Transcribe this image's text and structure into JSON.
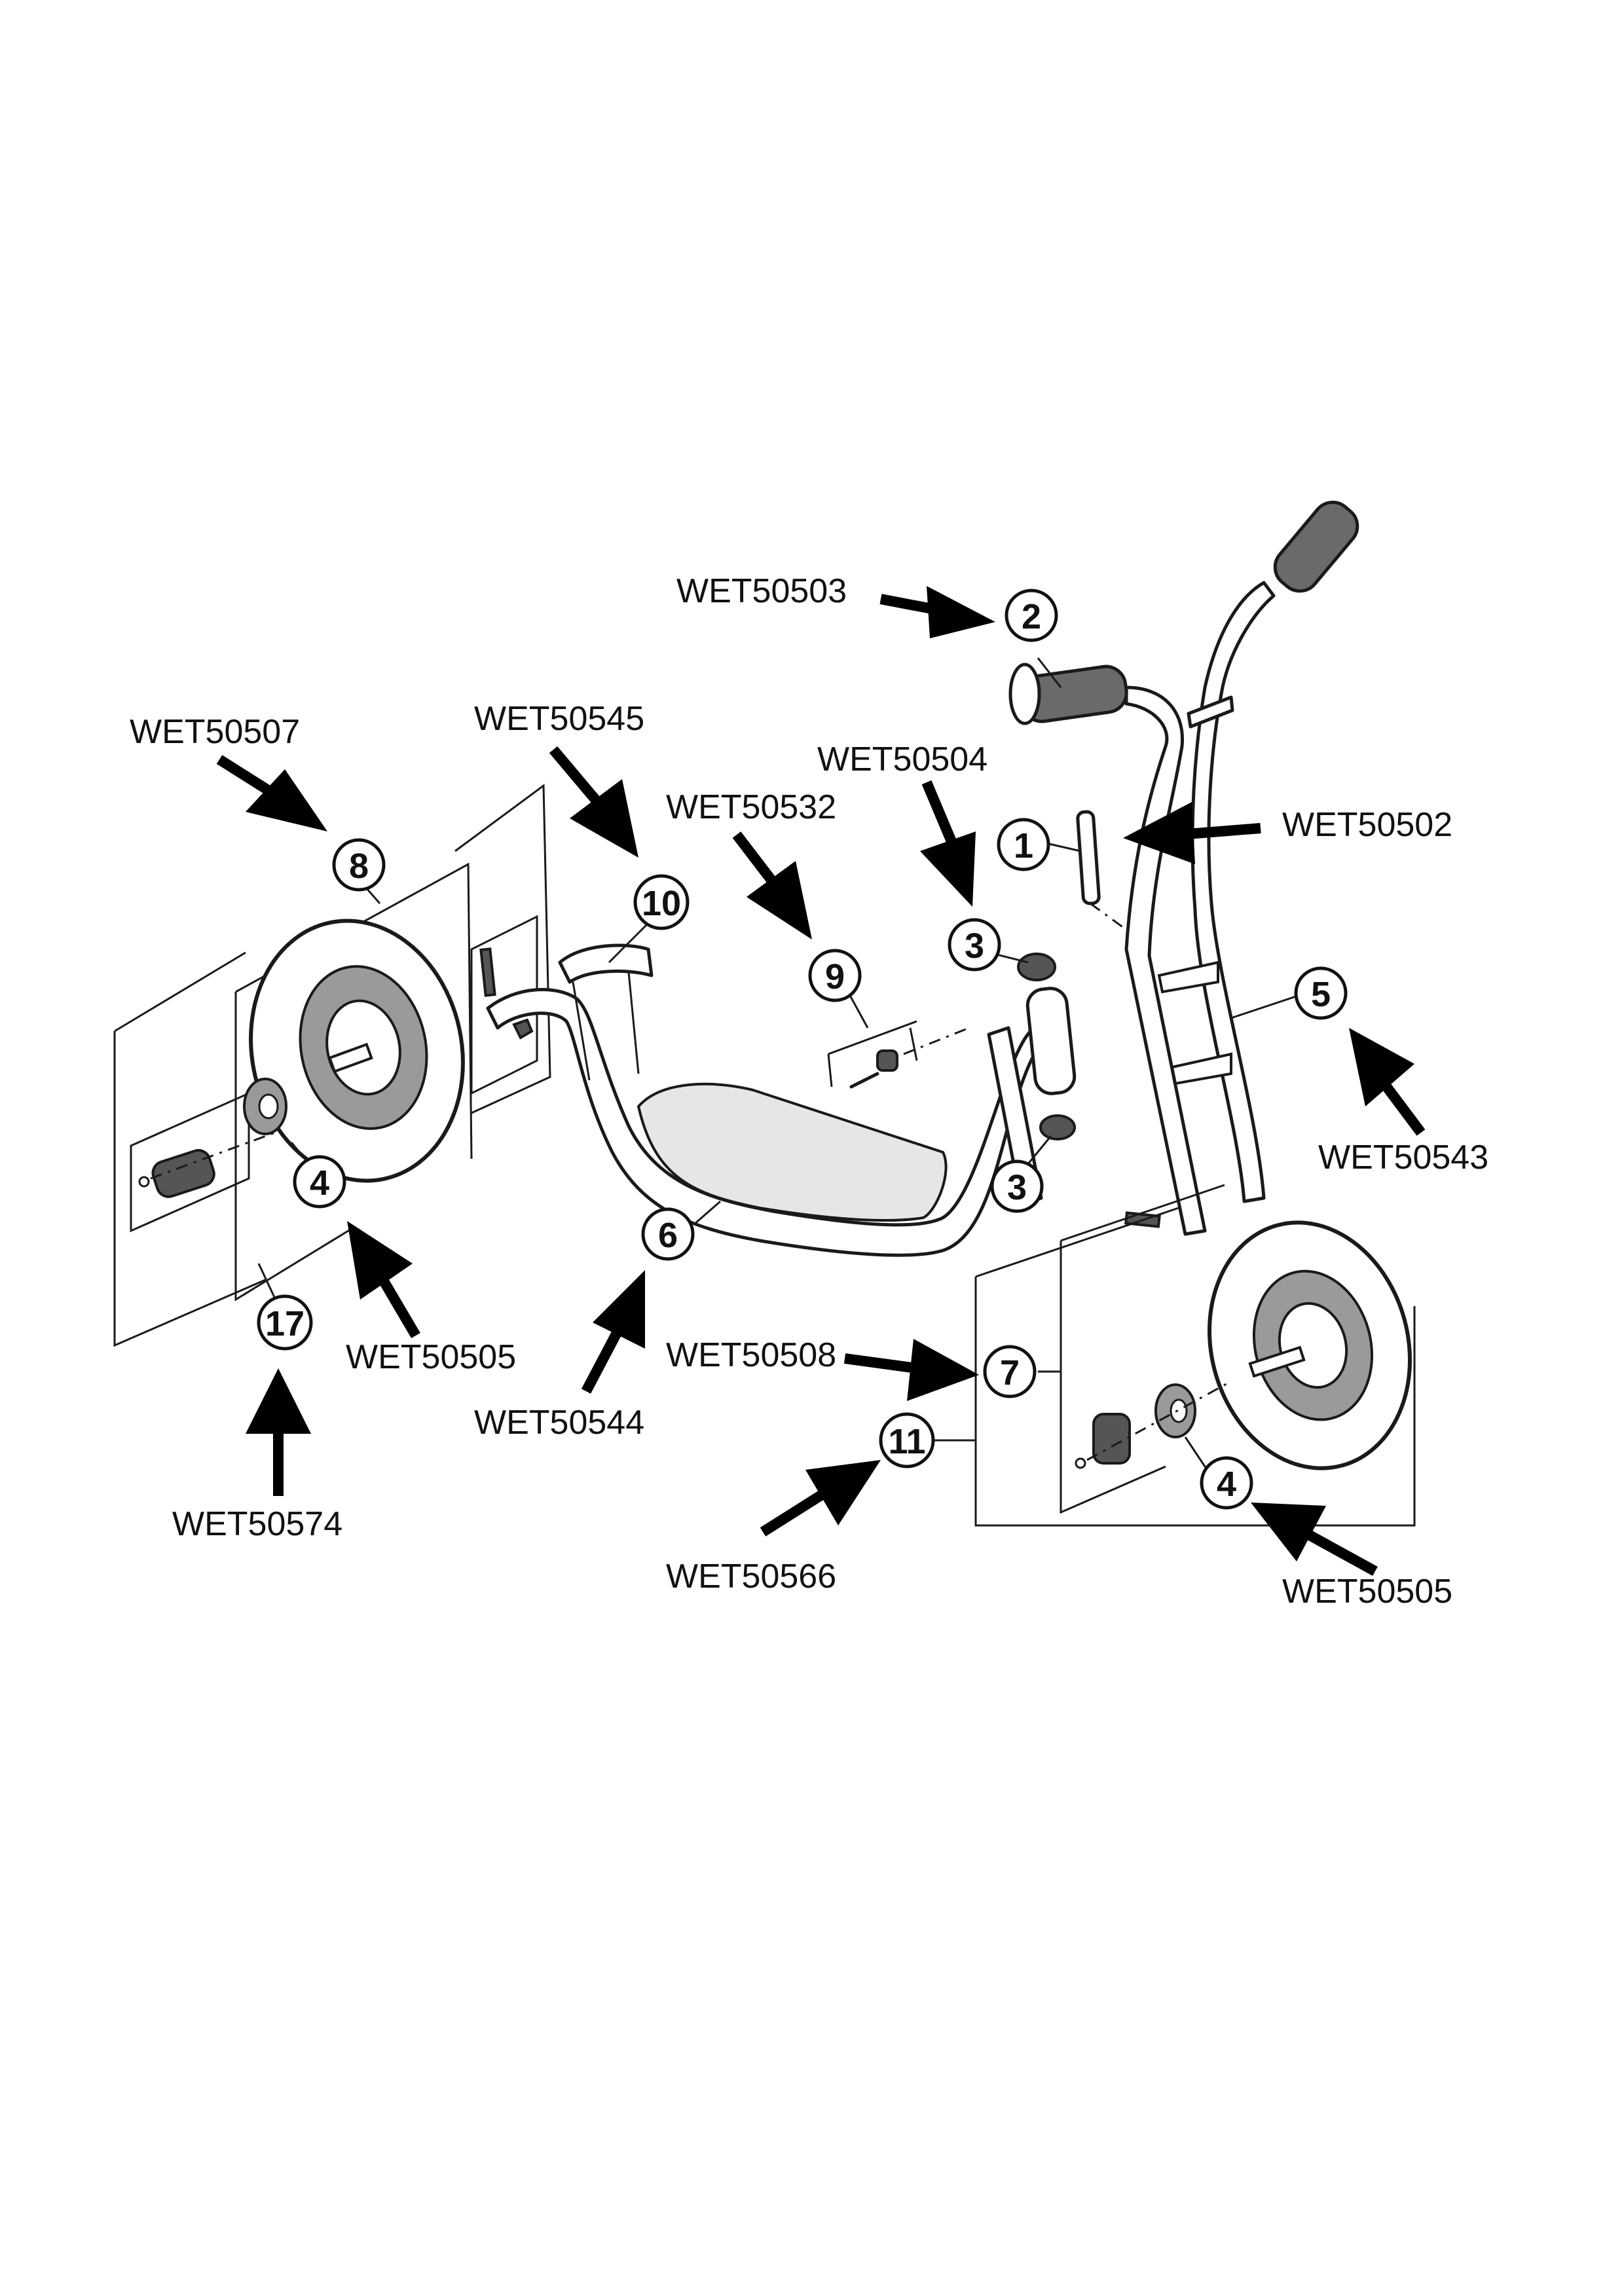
{
  "diagram": {
    "type": "exploded-parts-diagram",
    "parts": [
      {
        "num": "1",
        "code": "WET50502"
      },
      {
        "num": "2",
        "code": "WET50503"
      },
      {
        "num": "3",
        "code": "WET50504"
      },
      {
        "num": "3",
        "code": ""
      },
      {
        "num": "4",
        "code": "WET50505"
      },
      {
        "num": "4",
        "code": "WET50505"
      },
      {
        "num": "5",
        "code": "WET50543"
      },
      {
        "num": "6",
        "code": "WET50544"
      },
      {
        "num": "7",
        "code": "WET50508"
      },
      {
        "num": "8",
        "code": "WET50507"
      },
      {
        "num": "9",
        "code": "WET50532"
      },
      {
        "num": "10",
        "code": "WET50545"
      },
      {
        "num": "11",
        "code": "WET50566"
      },
      {
        "num": "17",
        "code": "WET50574"
      }
    ]
  }
}
